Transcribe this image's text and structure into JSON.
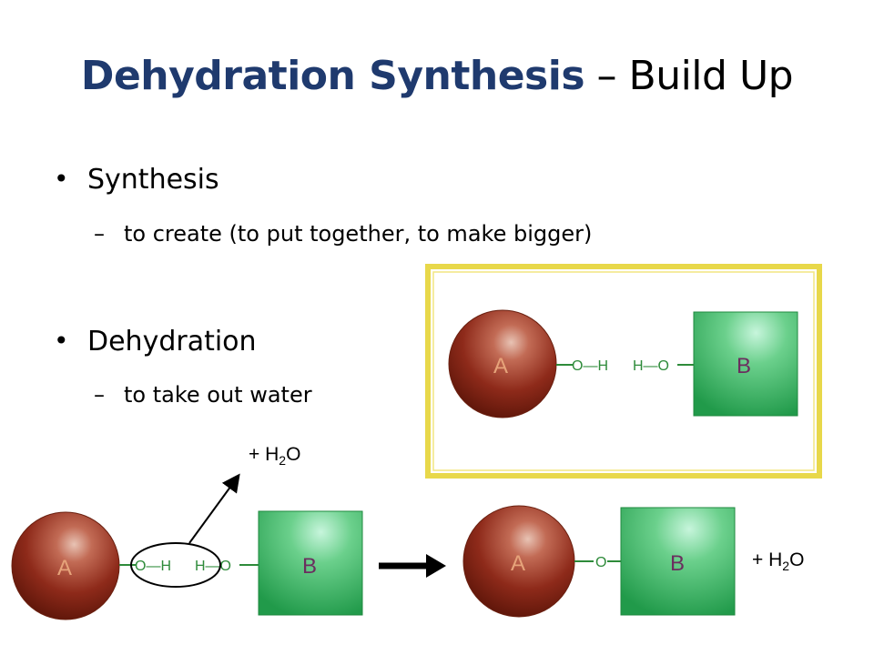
{
  "title": {
    "bold": "Dehydration Synthesis",
    "rest": " – Build Up"
  },
  "bullets": [
    {
      "term": "Synthesis",
      "definition": "to create (to put together, to make bigger)"
    },
    {
      "term": "Dehydration",
      "definition": "to take out water"
    }
  ],
  "bullet_glyph": "•",
  "dash_glyph": "–",
  "molecules": {
    "a_label": "A",
    "b_label": "B",
    "o_h_left": "O—H",
    "h_o_right": "H—O",
    "o_single": "O"
  },
  "water": {
    "prefix": "+ H",
    "subscript": "2",
    "suffix": "O"
  },
  "colors": {
    "title_bold": "#1F3A6E",
    "frame": "#E8D84A",
    "sphere": "#8E2A1A",
    "cube": "#3DAA5C",
    "bond": "#2E8B3A",
    "label_a": "#E6A37A",
    "label_b": "#6B2E5F"
  }
}
